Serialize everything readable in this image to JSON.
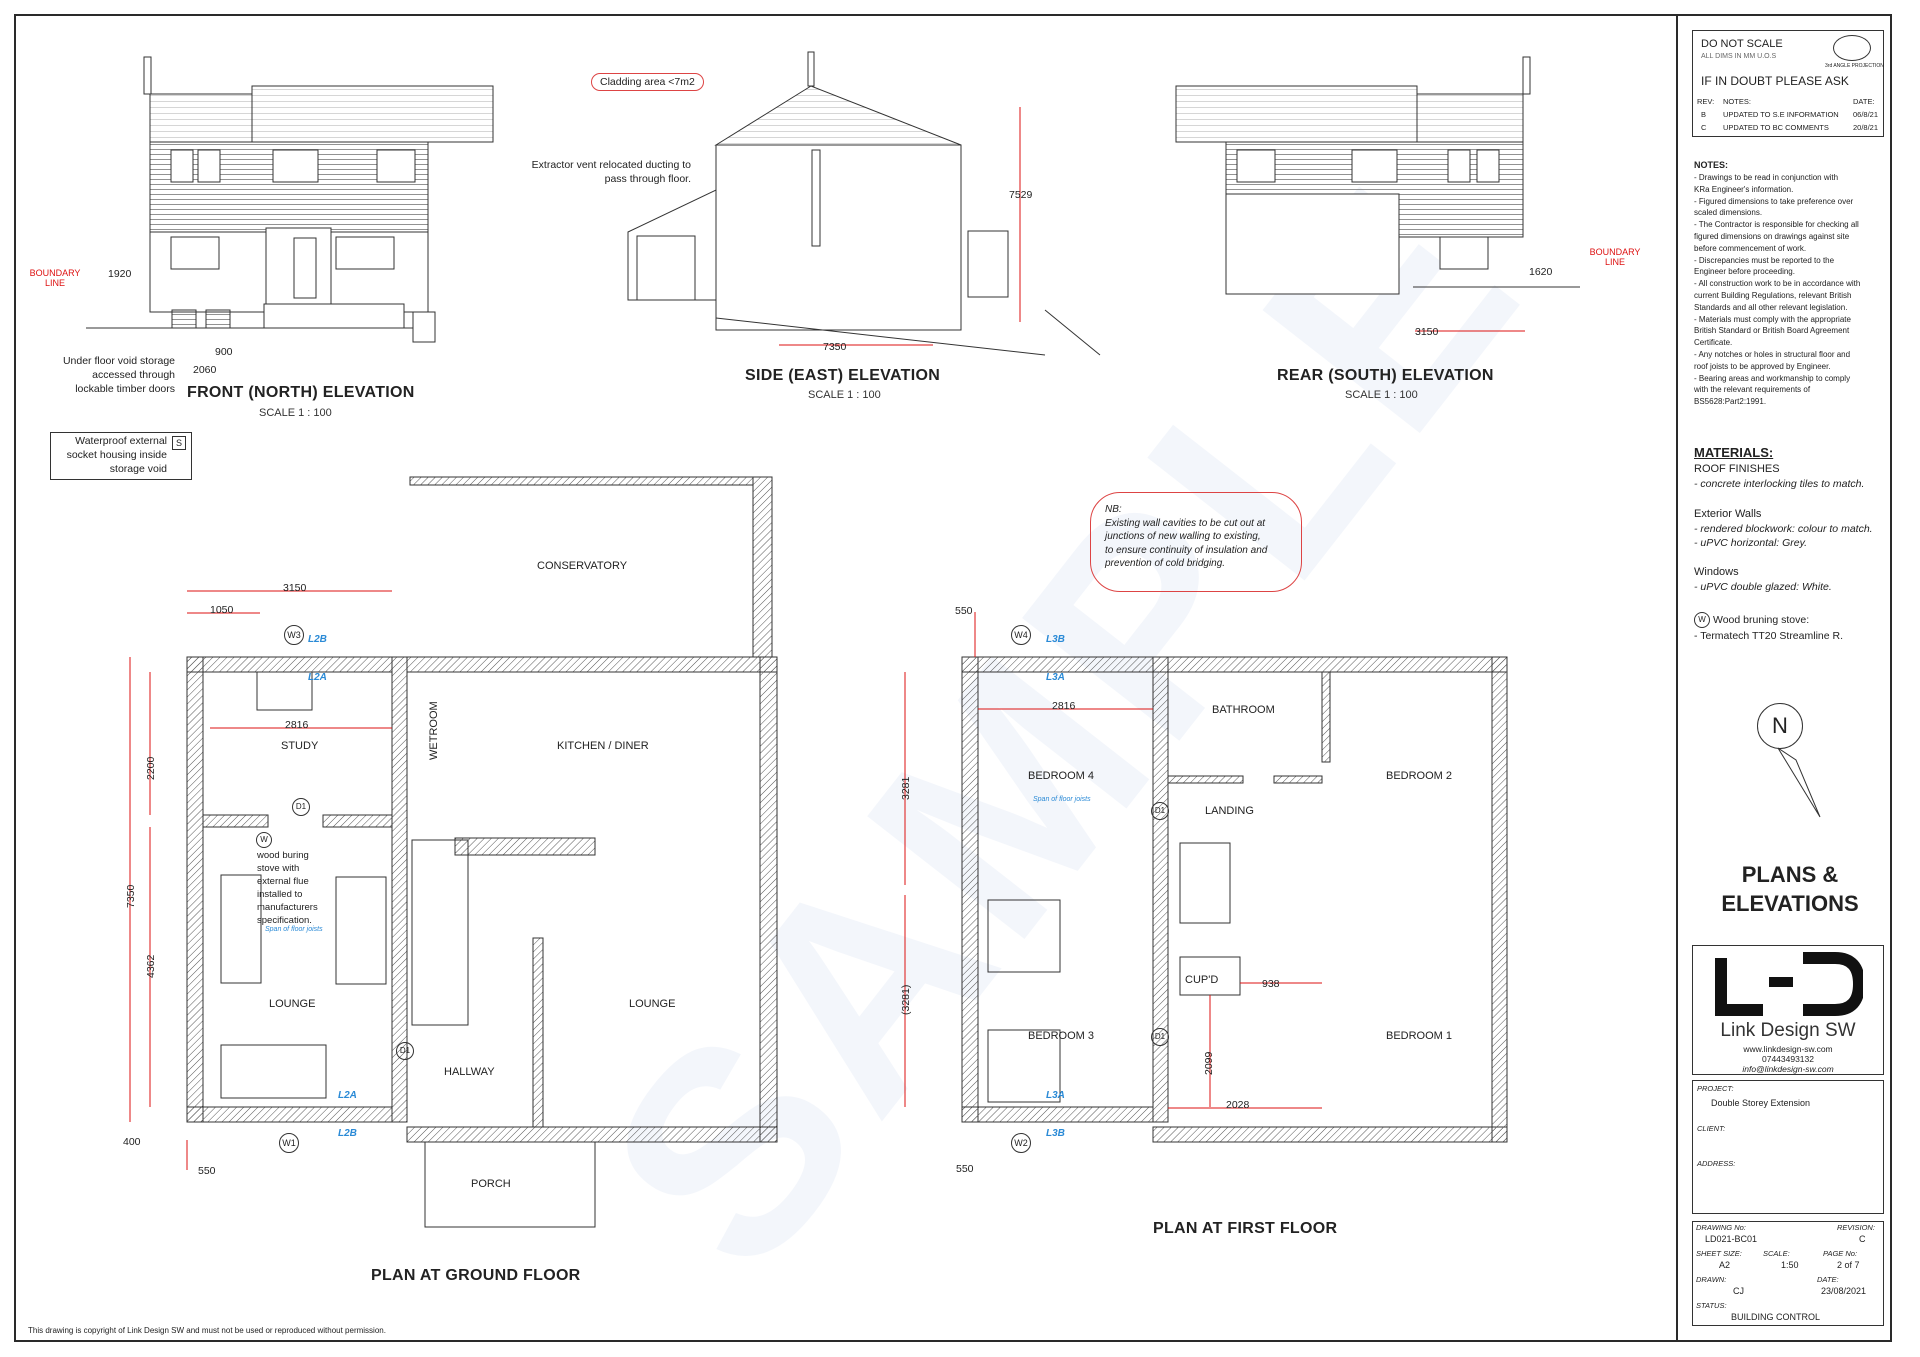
{
  "elevations": {
    "front": {
      "title": "FRONT (NORTH) ELEVATION",
      "scale": "SCALE 1 : 100",
      "dim_boundary": "1920",
      "dim_900": "900",
      "dim_2060": "2060",
      "boundary_label": "BOUNDARY LINE",
      "void_note": "Under floor void storage accessed through lockable timber doors"
    },
    "side": {
      "title": "SIDE (EAST) ELEVATION",
      "scale": "SCALE 1 : 100",
      "dim_width": "7350",
      "dim_height": "7529",
      "cladding_note": "Cladding area <7m2",
      "extractor_note": "Extractor vent relocated ducting to pass through floor."
    },
    "rear": {
      "title": "REAR (SOUTH) ELEVATION",
      "scale": "SCALE 1 : 100",
      "dim_boundary": "1620",
      "dim_3150": "3150",
      "boundary_label": "BOUNDARY LINE"
    }
  },
  "socket_note": "Waterproof external socket housing inside storage void",
  "socket_symbol": "S",
  "ground_floor": {
    "title": "PLAN AT GROUND FLOOR",
    "rooms": {
      "conservatory": "CONSERVATORY",
      "study": "STUDY",
      "wetroom": "WETROOM",
      "kitchen": "KITCHEN / DINER",
      "lounge_left": "LOUNGE",
      "lounge_right": "LOUNGE",
      "hallway": "HALLWAY",
      "porch": "PORCH"
    },
    "dims": {
      "d3150": "3150",
      "d1050": "1050",
      "d2816": "2816",
      "d2200": "2200",
      "d7350": "7350",
      "d4362": "4362",
      "d400": "400",
      "d550": "550"
    },
    "tags": {
      "w3": "W3",
      "w1": "W1",
      "d1a": "D1",
      "d1b": "D1",
      "l2b_top": "L2B",
      "l2a_top": "L2A",
      "l2a_bot": "L2A",
      "l2b_bot": "L2B",
      "w_stove": "W"
    },
    "stove_note": "wood buring stove with external flue installed to manufacturers specification.",
    "span_note": "Span of floor joists"
  },
  "first_floor": {
    "title": "PLAN AT FIRST FLOOR",
    "rooms": {
      "bathroom": "BATHROOM",
      "bedroom4": "BEDROOM 4",
      "landing": "LANDING",
      "bedroom2": "BEDROOM 2",
      "bedroom3": "BEDROOM 3",
      "cupd": "CUP'D",
      "bedroom1": "BEDROOM 1"
    },
    "dims": {
      "d550_top": "550",
      "d2816": "2816",
      "d3281": "3281",
      "d3281b": "(3281)",
      "d938": "938",
      "d2099": "2099",
      "d2028": "2028",
      "d550_bot": "550"
    },
    "tags": {
      "w4": "W4",
      "w2": "W2",
      "d1a": "D1",
      "d1b": "D1",
      "l3b_top": "L3B",
      "l3a_top": "L3A",
      "l3a_bot": "L3A",
      "l3b_bot": "L3B"
    },
    "span_note": "Span of floor joists",
    "nb_note": [
      "NB:",
      "Existing wall cavities to be cut out at",
      "junctions of new walling to existing,",
      "to ensure continuity of insulation and",
      "prevention of cold bridging."
    ]
  },
  "watermark": "SAMPLE",
  "copyright": "This drawing is copyright of Link Design SW and must not be used or reproduced without permission.",
  "title_block": {
    "do_not_scale": "DO NOT SCALE",
    "all_dims": "ALL DIMS IN MM U.O.S",
    "projection": "3rd ANGLE PROJECTION",
    "if_in_doubt": "IF IN DOUBT PLEASE ASK",
    "rev_headers": {
      "rev": "REV:",
      "notes": "NOTES:",
      "date": "DATE:"
    },
    "revisions": [
      {
        "rev": "B",
        "note": "UPDATED TO S.E INFORMATION",
        "date": "06/8/21"
      },
      {
        "rev": "C",
        "note": "UPDATED TO BC COMMENTS",
        "date": "20/8/21"
      }
    ],
    "notes_title": "NOTES:",
    "notes": [
      "- Drawings to be read in conjunction with",
      "KRa   Engineer's information.",
      "- Figured dimensions to take preference over",
      "scaled dimensions.",
      "- The Contractor is responsible for checking all",
      "figured dimensions on drawings against site",
      "before commencement of work.",
      "- Discrepancies must be reported to the",
      "Engineer before proceeding.",
      "- All construction work to be in accordance with",
      "current Building Regulations, relevant British",
      "Standards and all other relevant legislation.",
      "- Materials must comply with the appropriate",
      "British Standard or British Board Agreement",
      "Certificate.",
      "- Any notches or holes in structural floor and",
      "roof joists to be approved by Engineer.",
      "- Bearing areas and workmanship to comply",
      "with the relevant requirements of",
      "BS5628:Part2:1991."
    ],
    "materials_title": "MATERIALS:",
    "roof_title": "ROOF FINISHES",
    "roof_item": "- concrete interlocking tiles to match.",
    "walls_title": "Exterior Walls",
    "walls_items": [
      "- rendered blockwork: colour to match.",
      "- uPVC horizontal: Grey."
    ],
    "windows_title": "Windows",
    "windows_item": "- uPVC double glazed: White.",
    "stove_symbol": "W",
    "stove_title": "Wood bruning stove:",
    "stove_item": "- Termatech TT20 Streamline R.",
    "north": "N",
    "sheet_title": [
      "PLANS &",
      "ELEVATIONS"
    ],
    "company": "Link Design SW",
    "contact": [
      "www.linkdesign-sw.com",
      "07443493132",
      "info@linkdesign-sw.com"
    ],
    "project_label": "PROJECT:",
    "project": "Double Storey Extension",
    "client_label": "CLIENT:",
    "address_label": "ADDRESS:",
    "drawing_no_label": "DRAWING No:",
    "drawing_no": "LD021-BC01",
    "revision_label": "REVISION:",
    "revision": "C",
    "sheet_size_label": "SHEET SIZE:",
    "sheet_size": "A2",
    "scale_label": "SCALE:",
    "scale": "1:50",
    "page_label": "PAGE No:",
    "page": "2 of 7",
    "drawn_label": "DRAWN:",
    "drawn": "CJ",
    "date_label": "DATE:",
    "date": "23/08/2021",
    "status_label": "STATUS:",
    "status": "BUILDING CONTROL"
  },
  "colors": {
    "dimension": "#dd1111",
    "lintel_tag": "#2a8ad6",
    "wall_hatch": "#444444"
  }
}
